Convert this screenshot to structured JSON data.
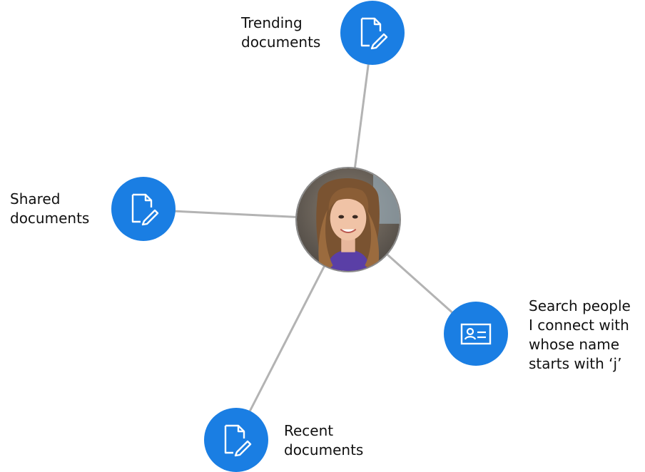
{
  "nodes": {
    "trending": {
      "line1": "Trending",
      "line2": "documents",
      "icon": "document-edit-icon"
    },
    "shared": {
      "line1": "Shared",
      "line2": "documents",
      "icon": "document-edit-icon"
    },
    "recent": {
      "line1": "Recent",
      "line2": "documents",
      "icon": "document-edit-icon"
    },
    "search": {
      "line1": "Search people",
      "line2": "I connect with",
      "line3": "whose name",
      "line4": "starts with ‘j’",
      "icon": "contact-card-icon"
    }
  },
  "center": {
    "icon": "user-avatar"
  },
  "colors": {
    "node": "#1a7ee3",
    "link": "#b3b3b3",
    "text": "#111111"
  }
}
